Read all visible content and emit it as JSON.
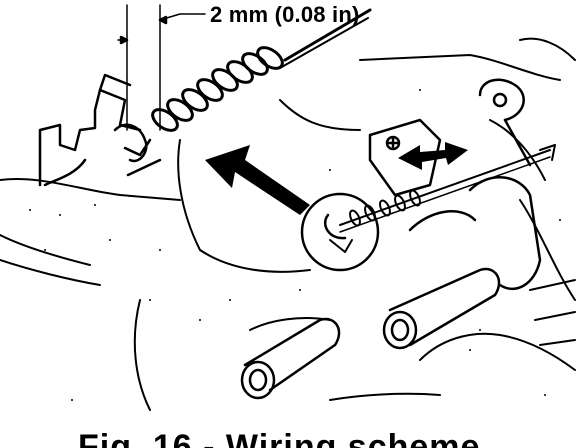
{
  "callout": {
    "clearance": "2 mm (0.08 in)"
  },
  "caption": {
    "text": "Fig. 16 - Wiring scheme"
  },
  "colors": {
    "ink": "#000000",
    "paper": "#ffffff"
  },
  "icons": {
    "arrow_left": "arrow-icon",
    "arrow_right": "double-arrow-icon",
    "circle": "detail-circle"
  }
}
